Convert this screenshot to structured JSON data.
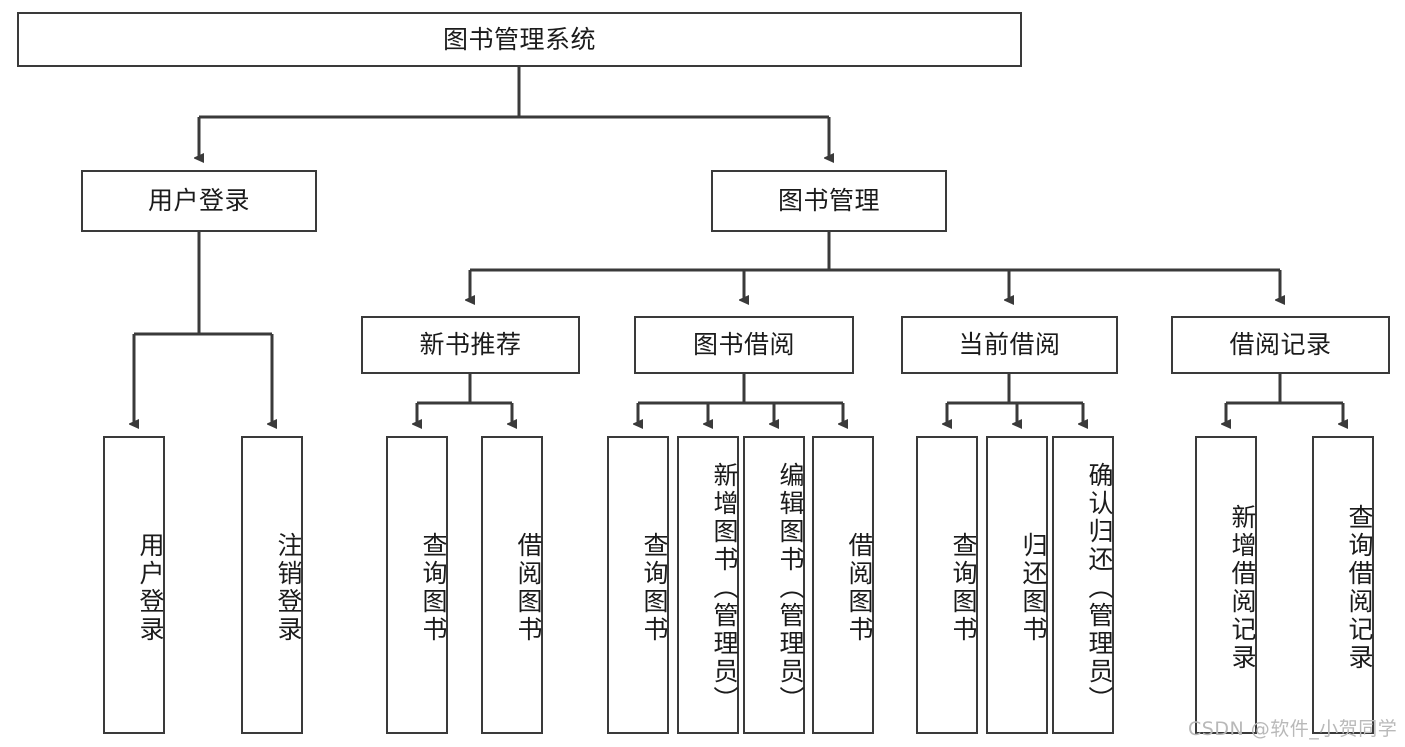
{
  "diagram": {
    "title": "图书管理系统",
    "type": "tree-hierarchy",
    "root": {
      "label": "图书管理系统"
    },
    "level2": [
      {
        "label": "用户登录"
      },
      {
        "label": "图书管理"
      }
    ],
    "level3": [
      {
        "label": "新书推荐"
      },
      {
        "label": "图书借阅"
      },
      {
        "label": "当前借阅"
      },
      {
        "label": "借阅记录"
      }
    ],
    "leaves": {
      "user_login": [
        {
          "label": "用户登录"
        },
        {
          "label": "注销登录"
        }
      ],
      "new_book_recommend": [
        {
          "label": "查询图书"
        },
        {
          "label": "借阅图书"
        }
      ],
      "book_borrow": [
        {
          "label": "查询图书"
        },
        {
          "label": "新增图书（管理员）"
        },
        {
          "label": "编辑图书（管理员）"
        },
        {
          "label": "借阅图书"
        }
      ],
      "current_borrow": [
        {
          "label": "查询图书"
        },
        {
          "label": "归还图书"
        },
        {
          "label": "确认归还（管理员）"
        }
      ],
      "borrow_records": [
        {
          "label": "新增借阅记录"
        },
        {
          "label": "查询借阅记录"
        }
      ]
    }
  },
  "watermark": {
    "text": "CSDN @软件_小贺同学"
  },
  "colors": {
    "stroke": "#3a3a3a",
    "background": "#ffffff",
    "text": "#1b1b1b",
    "watermark": "#b9b9b9"
  }
}
